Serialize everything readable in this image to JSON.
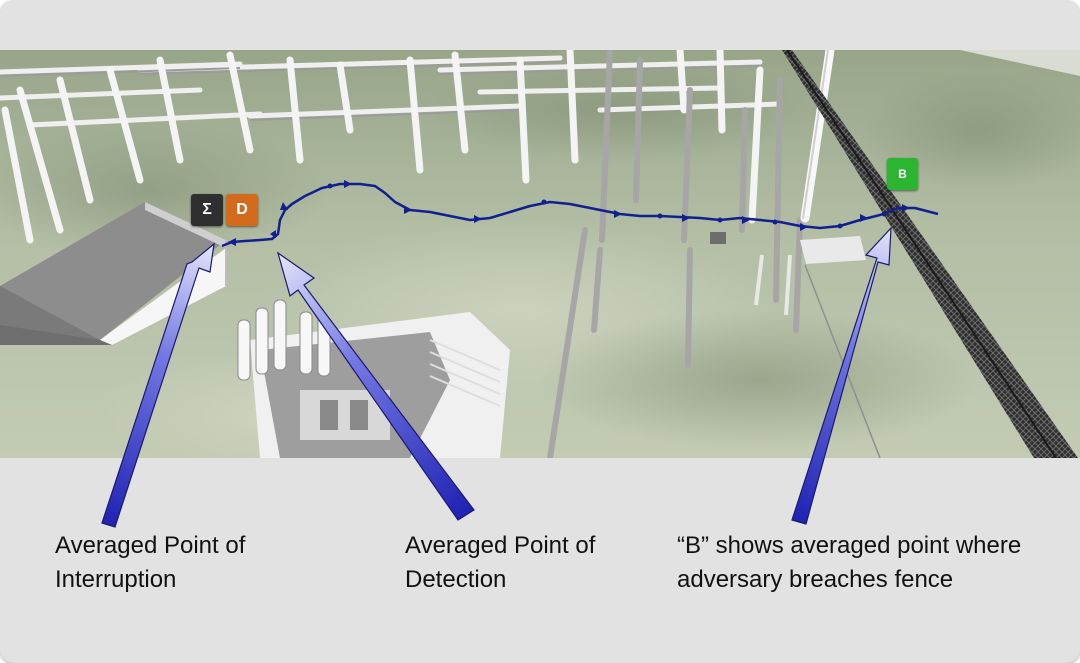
{
  "scene": {
    "colors": {
      "ground": "#aebaa0",
      "path": "#12208f",
      "arrow_fill_light": "#cdd0f4",
      "arrow_fill_dark": "#2830c6",
      "marker_sigma": "#2f2f2f",
      "marker_detection": "#d36b1d",
      "marker_breach": "#2bb530"
    }
  },
  "markers": {
    "interruption": {
      "label": "Σ",
      "icon": "sigma-icon"
    },
    "detection": {
      "label": "D"
    },
    "breach": {
      "label": "B"
    }
  },
  "captions": {
    "interruption": {
      "line1": "Averaged Point of",
      "line2": "Interruption"
    },
    "detection": {
      "line1": "Averaged Point of",
      "line2": "Detection"
    },
    "breach": {
      "line1": "“B” shows averaged point where",
      "line2": "adversary breaches fence"
    }
  }
}
